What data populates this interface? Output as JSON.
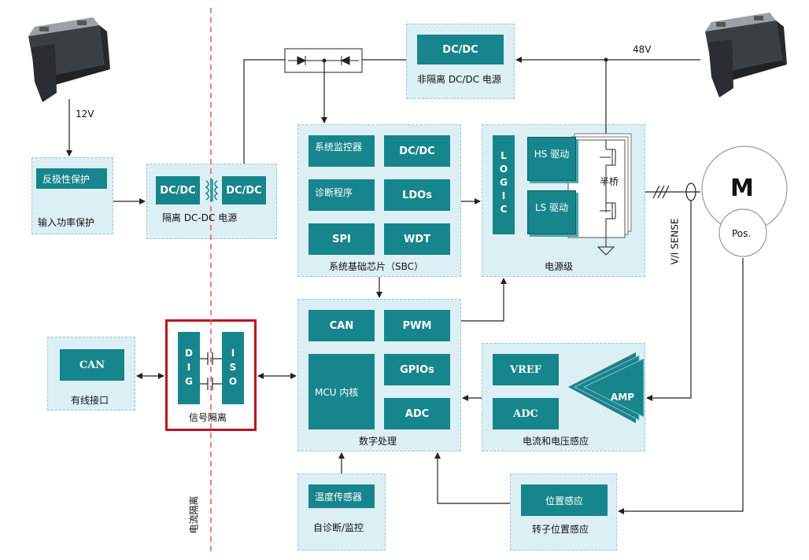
{
  "labels": {
    "v12": "12V",
    "v48": "48V",
    "polarity": "反极性保护",
    "input_power": "输入功率保护",
    "iso_dcdc_a": "DC/DC",
    "iso_dcdc_b": "DC/DC",
    "iso_dcdc_caption": "隔离 DC-DC 电源",
    "nonisolated_dcdc": "DC/DC",
    "nonisolated_caption": "非隔离 DC/DC 电源",
    "sbc_monitor": "系统监控器",
    "sbc_dcdc": "DC/DC",
    "sbc_diag": "诊断程序",
    "sbc_ldos": "LDOs",
    "sbc_spi": "SPI",
    "sbc_wdt": "WDT",
    "sbc_caption": "系统基础芯片（SBC）",
    "logic": [
      "L",
      "O",
      "G",
      "I",
      "C"
    ],
    "hs_drive": "HS 驱动",
    "ls_drive": "LS 驱动",
    "half_bridge": "半桥",
    "power_stage": "电源级",
    "motor": "M",
    "pos": "Pos.",
    "vi_sense": "V/I SENSE",
    "can_wired": "CAN",
    "wired_if": "有线接口",
    "dig": [
      "D",
      "I",
      "G"
    ],
    "iso": [
      "I",
      "S",
      "O"
    ],
    "signal_iso": "信号隔离",
    "galvanic_iso": "电流隔离",
    "mcu_can": "CAN",
    "mcu_pwm": "PWM",
    "mcu_core": "MCU 内核",
    "mcu_gpios": "GPIOs",
    "mcu_adc": "ADC",
    "digital_proc": "数字处理",
    "vref": "VREF",
    "sense_adc": "ADC",
    "amp": "AMP",
    "sense_caption": "电流和电压感应",
    "temp_sensor": "温度传感器",
    "self_diag": "自诊断/监控",
    "pos_sense": "位置感应",
    "rotor_pos": "转子位置感应"
  },
  "colors": {
    "teal": "#17858c",
    "panel": "#dceff5",
    "red_box": "#c0111a",
    "isolation_line": "#e05a5a"
  }
}
